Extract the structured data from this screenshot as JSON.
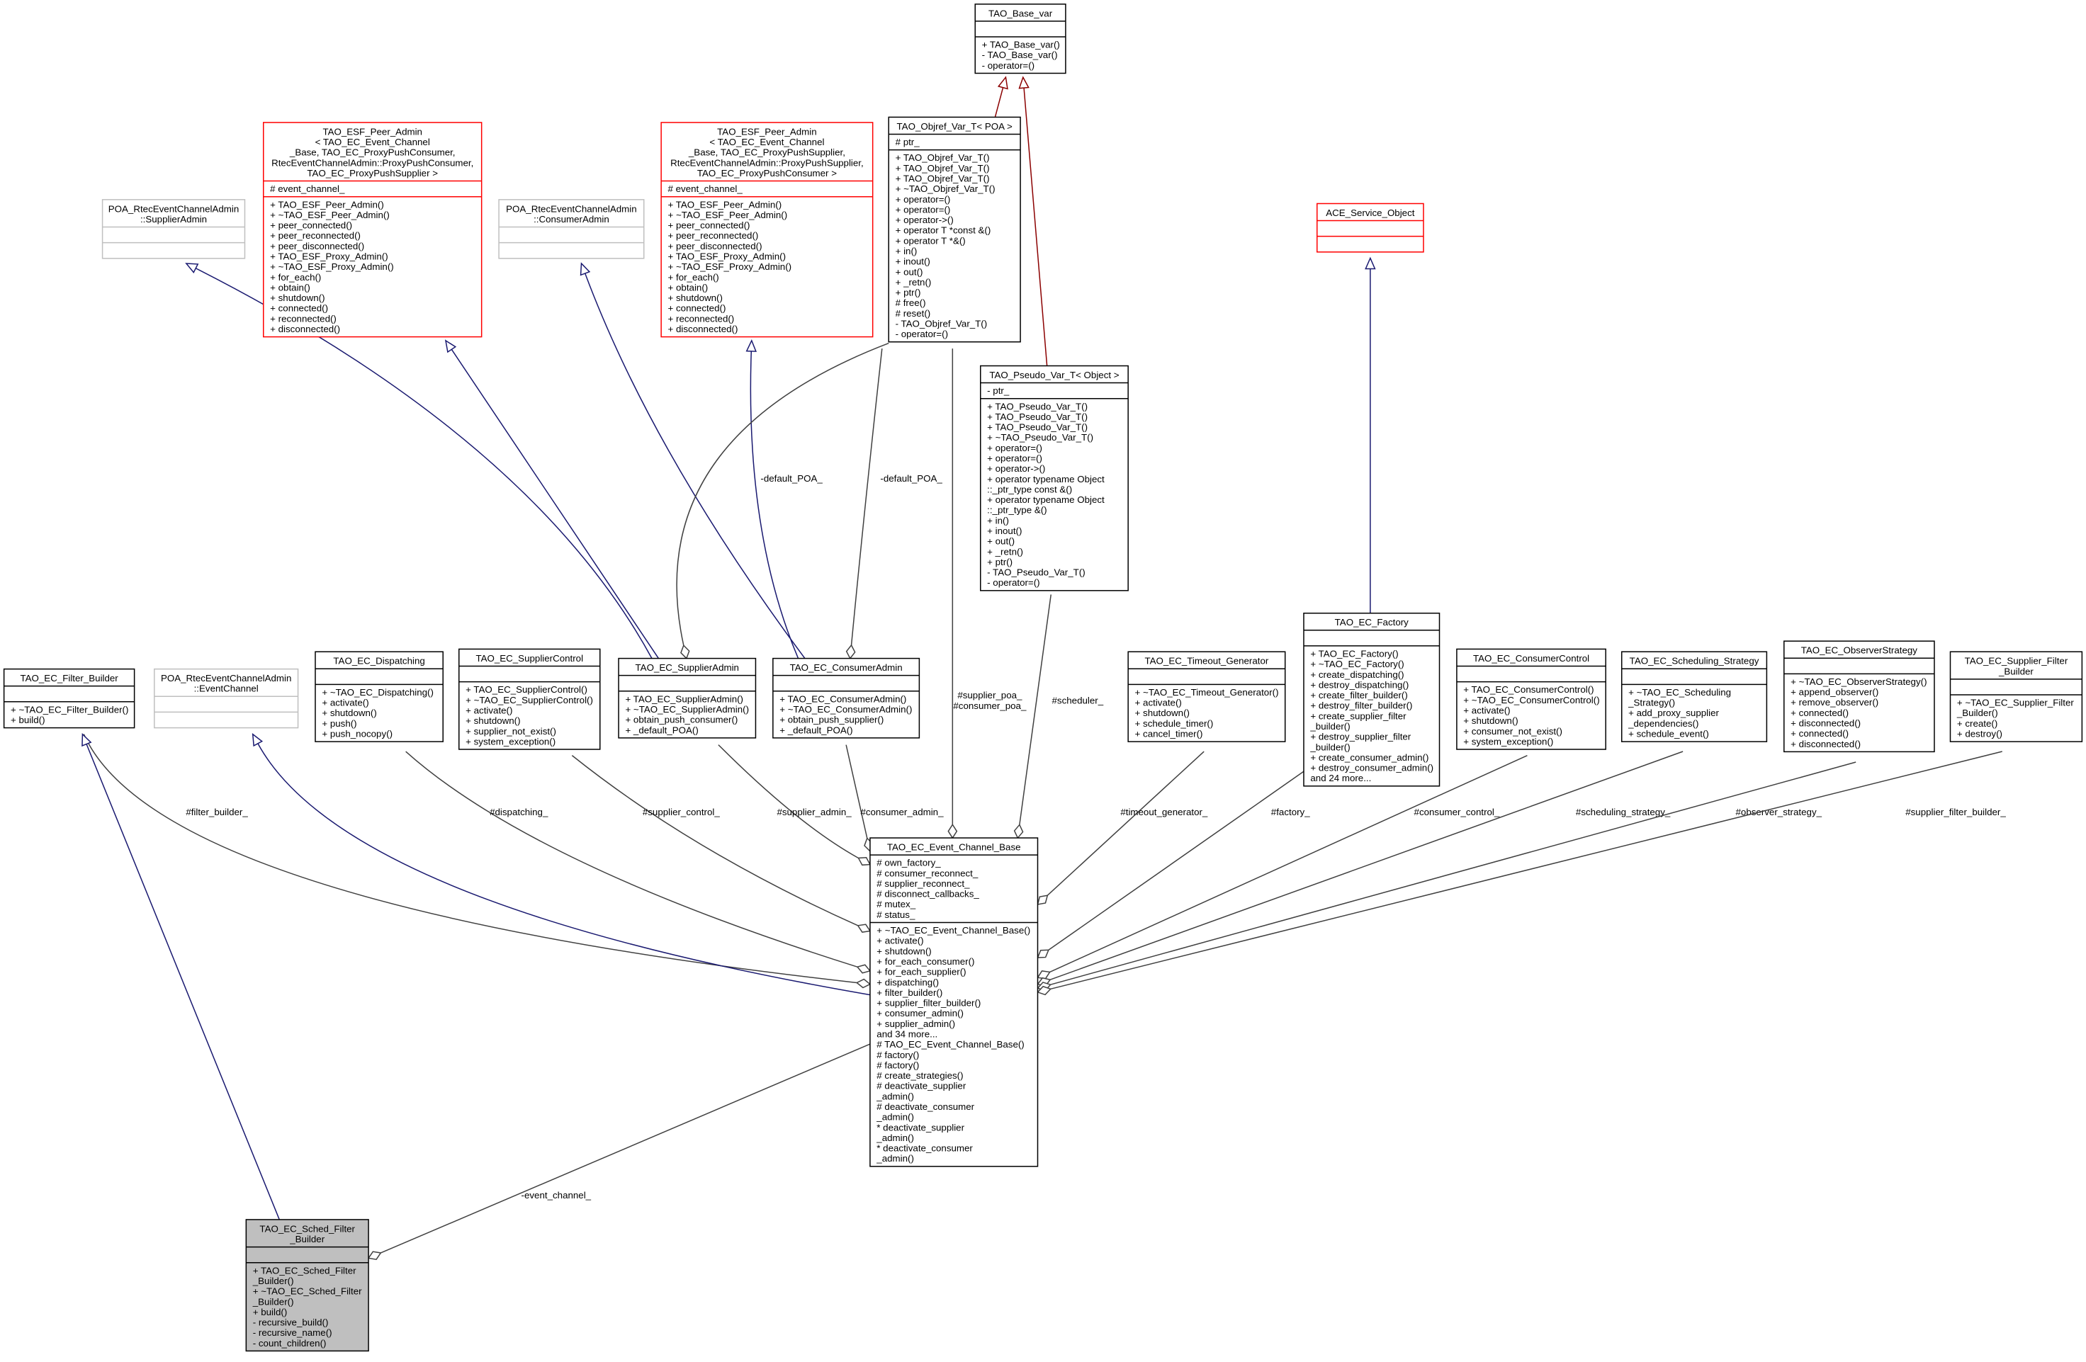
{
  "colors": {
    "inherit_blue": "#191970",
    "inherit_red": "#8b0000",
    "composition": "#404040",
    "red_border": "#ff0000",
    "gray_border": "#bfbfbf",
    "focus_fill": "#bfbfbf"
  },
  "classes": [
    {
      "id": "base_var",
      "title": [
        "TAO_Base_var"
      ],
      "attrs": [],
      "methods": [
        "+ TAO_Base_var()",
        "- TAO_Base_var()",
        "- operator=()"
      ],
      "style": "normal"
    },
    {
      "id": "objref",
      "title": [
        "TAO_Objref_Var_T< POA >"
      ],
      "attrs": [
        "# ptr_"
      ],
      "methods": [
        "+ TAO_Objref_Var_T()",
        "+ TAO_Objref_Var_T()",
        "+ TAO_Objref_Var_T()",
        "+ ~TAO_Objref_Var_T()",
        "+ operator=()",
        "+ operator=()",
        "+ operator->()",
        "+ operator T *const &()",
        "+ operator T *&()",
        "+ in()",
        "+ inout()",
        "+ out()",
        "+ _retn()",
        "+ ptr()",
        "# free()",
        "# reset()",
        "- TAO_Objref_Var_T()",
        "- operator=()"
      ],
      "style": "normal"
    },
    {
      "id": "pseudo",
      "title": [
        "TAO_Pseudo_Var_T< Object >"
      ],
      "attrs": [
        "- ptr_"
      ],
      "methods": [
        "+ TAO_Pseudo_Var_T()",
        "+ TAO_Pseudo_Var_T()",
        "+ TAO_Pseudo_Var_T()",
        "+ ~TAO_Pseudo_Var_T()",
        "+ operator=()",
        "+ operator=()",
        "+ operator->()",
        "+ operator typename Object",
        "::_ptr_type const &()",
        "+ operator typename Object",
        "::_ptr_type &()",
        "+ in()",
        "+ inout()",
        "+ out()",
        "+ _retn()",
        "+ ptr()",
        "- TAO_Pseudo_Var_T()",
        "- operator=()"
      ],
      "style": "normal"
    },
    {
      "id": "esf1",
      "title": [
        "TAO_ESF_Peer_Admin",
        "< TAO_EC_Event_Channel",
        "_Base, TAO_EC_ProxyPushConsumer,",
        "RtecEventChannelAdmin::ProxyPushConsumer,",
        "TAO_EC_ProxyPushSupplier >"
      ],
      "attrs": [
        "# event_channel_"
      ],
      "methods": [
        "+ TAO_ESF_Peer_Admin()",
        "+ ~TAO_ESF_Peer_Admin()",
        "+ peer_connected()",
        "+ peer_reconnected()",
        "+ peer_disconnected()",
        "+ TAO_ESF_Proxy_Admin()",
        "+ ~TAO_ESF_Proxy_Admin()",
        "+ for_each()",
        "+ obtain()",
        "+ shutdown()",
        "+ connected()",
        "+ reconnected()",
        "+ disconnected()"
      ],
      "style": "red"
    },
    {
      "id": "poa_sa",
      "title": [
        "POA_RtecEventChannelAdmin",
        "::SupplierAdmin"
      ],
      "attrs": [],
      "methods": [],
      "style": "gray"
    },
    {
      "id": "poa_ca",
      "title": [
        "POA_RtecEventChannelAdmin",
        "::ConsumerAdmin"
      ],
      "attrs": [],
      "methods": [],
      "style": "gray"
    },
    {
      "id": "esf2",
      "title": [
        "TAO_ESF_Peer_Admin",
        "< TAO_EC_Event_Channel",
        "_Base, TAO_EC_ProxyPushSupplier,",
        "RtecEventChannelAdmin::ProxyPushSupplier,",
        "TAO_EC_ProxyPushConsumer >"
      ],
      "attrs": [
        "# event_channel_"
      ],
      "methods": [
        "+ TAO_ESF_Peer_Admin()",
        "+ ~TAO_ESF_Peer_Admin()",
        "+ peer_connected()",
        "+ peer_reconnected()",
        "+ peer_disconnected()",
        "+ TAO_ESF_Proxy_Admin()",
        "+ ~TAO_ESF_Proxy_Admin()",
        "+ for_each()",
        "+ obtain()",
        "+ shutdown()",
        "+ connected()",
        "+ reconnected()",
        "+ disconnected()"
      ],
      "style": "red"
    },
    {
      "id": "ace",
      "title": [
        "ACE_Service_Object"
      ],
      "attrs": [],
      "methods": [],
      "style": "red"
    },
    {
      "id": "filter_builder",
      "title": [
        "TAO_EC_Filter_Builder"
      ],
      "attrs": [],
      "methods": [
        "+ ~TAO_EC_Filter_Builder()",
        "+ build()"
      ],
      "style": "normal"
    },
    {
      "id": "poa_ec",
      "title": [
        "POA_RtecEventChannelAdmin",
        "::EventChannel"
      ],
      "attrs": [],
      "methods": [],
      "style": "gray"
    },
    {
      "id": "dispatching",
      "title": [
        "TAO_EC_Dispatching"
      ],
      "attrs": [],
      "methods": [
        "+ ~TAO_EC_Dispatching()",
        "+ activate()",
        "+ shutdown()",
        "+ push()",
        "+ push_nocopy()"
      ],
      "style": "normal"
    },
    {
      "id": "supplier_control",
      "title": [
        "TAO_EC_SupplierControl"
      ],
      "attrs": [],
      "methods": [
        "+ TAO_EC_SupplierControl()",
        "+ ~TAO_EC_SupplierControl()",
        "+ activate()",
        "+ shutdown()",
        "+ supplier_not_exist()",
        "+ system_exception()"
      ],
      "style": "normal"
    },
    {
      "id": "supplier_admin",
      "title": [
        "TAO_EC_SupplierAdmin"
      ],
      "attrs": [],
      "methods": [
        "+ TAO_EC_SupplierAdmin()",
        "+ ~TAO_EC_SupplierAdmin()",
        "+ obtain_push_consumer()",
        "+ _default_POA()"
      ],
      "style": "normal"
    },
    {
      "id": "consumer_admin",
      "title": [
        "TAO_EC_ConsumerAdmin"
      ],
      "attrs": [],
      "methods": [
        "+ TAO_EC_ConsumerAdmin()",
        "+ ~TAO_EC_ConsumerAdmin()",
        "+ obtain_push_supplier()",
        "+ _default_POA()"
      ],
      "style": "normal"
    },
    {
      "id": "timeout",
      "title": [
        "TAO_EC_Timeout_Generator"
      ],
      "attrs": [],
      "methods": [
        "+ ~TAO_EC_Timeout_Generator()",
        "+ activate()",
        "+ shutdown()",
        "+ schedule_timer()",
        "+ cancel_timer()"
      ],
      "style": "normal"
    },
    {
      "id": "factory",
      "title": [
        "TAO_EC_Factory"
      ],
      "attrs": [],
      "methods": [
        "+ TAO_EC_Factory()",
        "+ ~TAO_EC_Factory()",
        "+ create_dispatching()",
        "+ destroy_dispatching()",
        "+ create_filter_builder()",
        "+ destroy_filter_builder()",
        "+ create_supplier_filter",
        "_builder()",
        "+ destroy_supplier_filter",
        "_builder()",
        "+ create_consumer_admin()",
        "+ destroy_consumer_admin()",
        "and 24 more..."
      ],
      "style": "normal"
    },
    {
      "id": "consumer_control",
      "title": [
        "TAO_EC_ConsumerControl"
      ],
      "attrs": [],
      "methods": [
        "+ TAO_EC_ConsumerControl()",
        "+ ~TAO_EC_ConsumerControl()",
        "+ activate()",
        "+ shutdown()",
        "+ consumer_not_exist()",
        "+ system_exception()"
      ],
      "style": "normal"
    },
    {
      "id": "scheduling",
      "title": [
        "TAO_EC_Scheduling_Strategy"
      ],
      "attrs": [],
      "methods": [
        "+ ~TAO_EC_Scheduling",
        "_Strategy()",
        "+ add_proxy_supplier",
        "_dependencies()",
        "+ schedule_event()"
      ],
      "style": "normal"
    },
    {
      "id": "observer",
      "title": [
        "TAO_EC_ObserverStrategy"
      ],
      "attrs": [],
      "methods": [
        "+ ~TAO_EC_ObserverStrategy()",
        "+ append_observer()",
        "+ remove_observer()",
        "+ connected()",
        "+ disconnected()",
        "+ connected()",
        "+ disconnected()"
      ],
      "style": "normal"
    },
    {
      "id": "supplier_filter_builder",
      "title": [
        "TAO_EC_Supplier_Filter",
        "_Builder"
      ],
      "attrs": [],
      "methods": [
        "+ ~TAO_EC_Supplier_Filter",
        "_Builder()",
        "+ create()",
        "+ destroy()"
      ],
      "style": "normal"
    },
    {
      "id": "ecb",
      "title": [
        "TAO_EC_Event_Channel_Base"
      ],
      "attrs": [
        "# own_factory_",
        "# consumer_reconnect_",
        "# supplier_reconnect_",
        "# disconnect_callbacks_",
        "# mutex_",
        "# status_"
      ],
      "methods": [
        "+ ~TAO_EC_Event_Channel_Base()",
        "+ activate()",
        "+ shutdown()",
        "+ for_each_consumer()",
        "+ for_each_supplier()",
        "+ dispatching()",
        "+ filter_builder()",
        "+ supplier_filter_builder()",
        "+ consumer_admin()",
        "+ supplier_admin()",
        "and 34 more...",
        "# TAO_EC_Event_Channel_Base()",
        "# factory()",
        "# factory()",
        "# create_strategies()",
        "# deactivate_supplier",
        "_admin()",
        "# deactivate_consumer",
        "_admin()",
        "* deactivate_supplier",
        "_admin()",
        "* deactivate_consumer",
        "_admin()"
      ],
      "style": "normal"
    },
    {
      "id": "sched_filter_builder",
      "title": [
        "TAO_EC_Sched_Filter",
        "_Builder"
      ],
      "attrs": [],
      "methods": [
        "+ TAO_EC_Sched_Filter",
        "_Builder()",
        "+ ~TAO_EC_Sched_Filter",
        "_Builder()",
        "+ build()",
        "- recursive_build()",
        "- recursive_name()",
        "- count_children()"
      ],
      "style": "focus"
    }
  ],
  "edges": [
    {
      "from": "objref",
      "to": "base_var",
      "type": "inherit-red",
      "labels": []
    },
    {
      "from": "pseudo",
      "to": "base_var",
      "type": "inherit-red",
      "labels": []
    },
    {
      "from": "factory",
      "to": "ace",
      "type": "inherit-blue",
      "labels": []
    },
    {
      "from": "supplier_admin",
      "to": "poa_sa",
      "type": "inherit-blue",
      "labels": []
    },
    {
      "from": "supplier_admin",
      "to": "esf1",
      "type": "inherit-blue",
      "labels": []
    },
    {
      "from": "consumer_admin",
      "to": "poa_ca",
      "type": "inherit-blue",
      "labels": []
    },
    {
      "from": "consumer_admin",
      "to": "esf2",
      "type": "inherit-blue",
      "labels": []
    },
    {
      "from": "objref",
      "to": "supplier_admin",
      "type": "composition",
      "labels": [
        "-default_POA_"
      ]
    },
    {
      "from": "objref",
      "to": "consumer_admin",
      "type": "composition",
      "labels": [
        "-default_POA_"
      ]
    },
    {
      "from": "objref",
      "to": "ecb",
      "type": "composition",
      "labels": [
        "#supplier_poa_",
        "#consumer_poa_"
      ]
    },
    {
      "from": "pseudo",
      "to": "ecb",
      "type": "composition",
      "labels": [
        "#scheduler_"
      ]
    },
    {
      "from": "filter_builder",
      "to": "ecb",
      "type": "composition",
      "labels": [
        "#filter_builder_"
      ]
    },
    {
      "from": "ecb",
      "to": "poa_ec",
      "type": "inherit-blue",
      "labels": []
    },
    {
      "from": "sched_filter_builder",
      "to": "filter_builder",
      "type": "inherit-blue",
      "labels": []
    },
    {
      "from": "dispatching",
      "to": "ecb",
      "type": "composition",
      "labels": [
        "#dispatching_"
      ]
    },
    {
      "from": "supplier_control",
      "to": "ecb",
      "type": "composition",
      "labels": [
        "#supplier_control_"
      ]
    },
    {
      "from": "supplier_admin",
      "to": "ecb",
      "type": "composition",
      "labels": [
        "#supplier_admin_"
      ]
    },
    {
      "from": "consumer_admin",
      "to": "ecb",
      "type": "composition",
      "labels": [
        "#consumer_admin_"
      ]
    },
    {
      "from": "timeout",
      "to": "ecb",
      "type": "composition",
      "labels": [
        "#timeout_generator_"
      ]
    },
    {
      "from": "factory",
      "to": "ecb",
      "type": "composition",
      "labels": [
        "#factory_"
      ]
    },
    {
      "from": "consumer_control",
      "to": "ecb",
      "type": "composition",
      "labels": [
        "#consumer_control_"
      ]
    },
    {
      "from": "scheduling",
      "to": "ecb",
      "type": "composition",
      "labels": [
        "#scheduling_strategy_"
      ]
    },
    {
      "from": "observer",
      "to": "ecb",
      "type": "composition",
      "labels": [
        "#observer_strategy_"
      ]
    },
    {
      "from": "supplier_filter_builder",
      "to": "ecb",
      "type": "composition",
      "labels": [
        "#supplier_filter_builder_"
      ]
    },
    {
      "from": "ecb",
      "to": "sched_filter_builder",
      "type": "composition",
      "labels": [
        "-event_channel_"
      ]
    }
  ]
}
